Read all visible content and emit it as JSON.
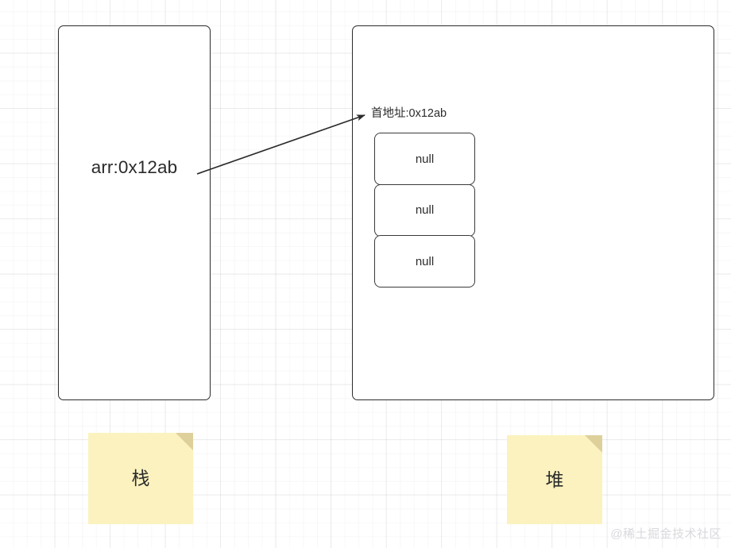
{
  "diagram": {
    "regions": [
      {
        "id": "stack-region",
        "name": "stack-region",
        "variable_label": "arr:0x12ab",
        "sticky_label": "栈"
      },
      {
        "id": "heap-region",
        "name": "heap-region",
        "base_address_label": "首地址:0x12ab",
        "sticky_label": "堆"
      }
    ],
    "array_cells": [
      {
        "value": "null"
      },
      {
        "value": "null"
      },
      {
        "value": "null"
      }
    ],
    "arrow": {
      "name": "pointer-arrow",
      "from": "arr:0x12ab",
      "to": "首地址:0x12ab"
    },
    "watermark": "@稀土掘金技术社区",
    "colors": {
      "sticky_note": "#fbf2bf",
      "sticky_fold": "#ded09a",
      "outline": "#2b2b2b",
      "cell_outline": "#3a3a3a",
      "grid_line": "#efefef",
      "watermark": "#d9d9de"
    }
  }
}
